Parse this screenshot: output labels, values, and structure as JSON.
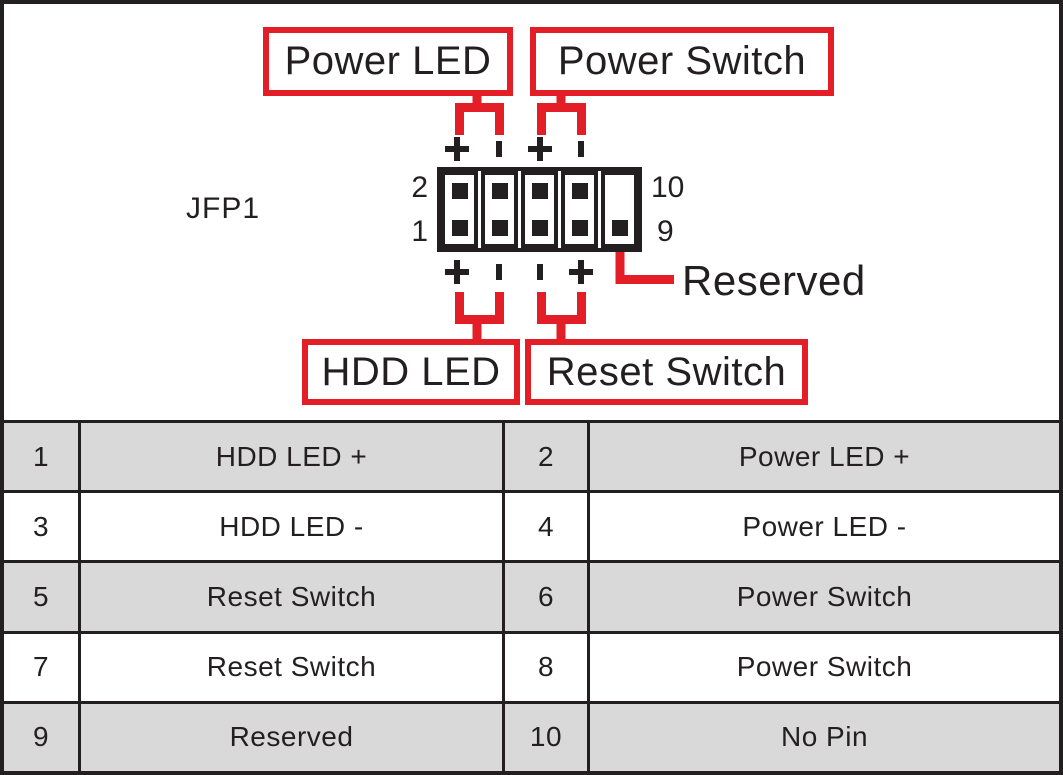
{
  "diagram": {
    "connector_label": "JFP1",
    "labels": {
      "power_led": "Power LED",
      "power_switch": "Power Switch",
      "hdd_led": "HDD LED",
      "reset_switch": "Reset Switch",
      "reserved": "Reserved"
    },
    "pin_numbers": {
      "top_left": "2",
      "bottom_left": "1",
      "top_right": "10",
      "bottom_right": "9"
    },
    "polarity_top": [
      "+",
      "-",
      "+",
      "-"
    ],
    "polarity_bottom": [
      "+",
      "-",
      "-",
      "+"
    ],
    "connector": {
      "cells": [
        {
          "top_pin": true,
          "bottom_pin": true
        },
        {
          "top_pin": true,
          "bottom_pin": true
        },
        {
          "top_pin": true,
          "bottom_pin": true
        },
        {
          "top_pin": true,
          "bottom_pin": true
        },
        {
          "top_pin": false,
          "bottom_pin": true
        }
      ]
    },
    "colors": {
      "accent_red": "#e31e26",
      "ink_black": "#231f20",
      "row_gray": "#d9d9d9"
    }
  },
  "table": {
    "rows": [
      {
        "pin_left": "1",
        "desc_left": "HDD LED +",
        "pin_right": "2",
        "desc_right": "Power LED +",
        "shaded": true
      },
      {
        "pin_left": "3",
        "desc_left": "HDD LED -",
        "pin_right": "4",
        "desc_right": "Power LED -",
        "shaded": false
      },
      {
        "pin_left": "5",
        "desc_left": "Reset Switch",
        "pin_right": "6",
        "desc_right": "Power Switch",
        "shaded": true
      },
      {
        "pin_left": "7",
        "desc_left": "Reset Switch",
        "pin_right": "8",
        "desc_right": "Power Switch",
        "shaded": false
      },
      {
        "pin_left": "9",
        "desc_left": "Reserved",
        "pin_right": "10",
        "desc_right": "No Pin",
        "shaded": true
      }
    ]
  }
}
